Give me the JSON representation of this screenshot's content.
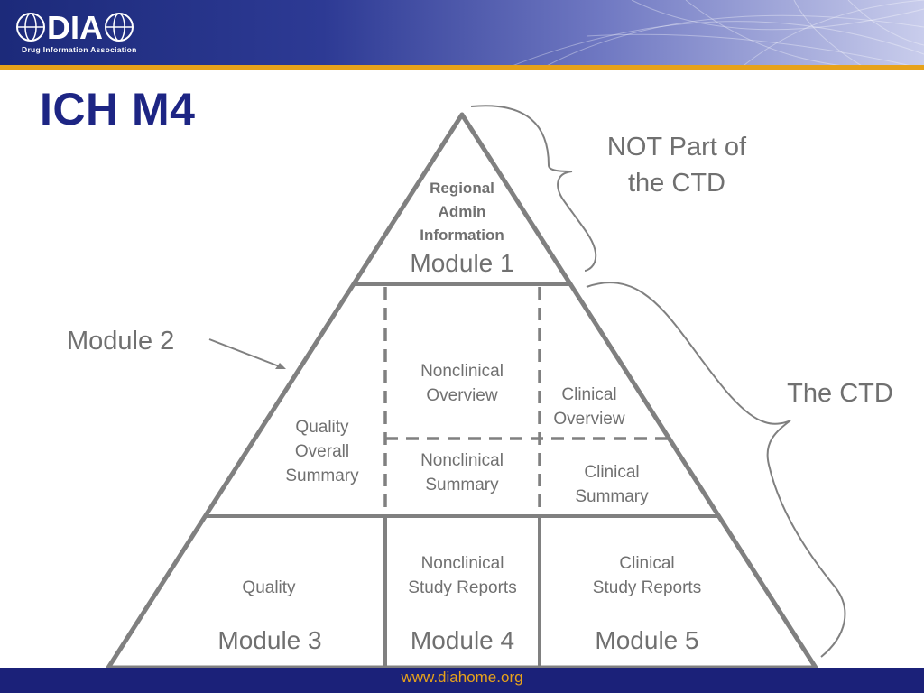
{
  "logo": {
    "mark": "DIA",
    "subtitle": "Drug Information Association",
    "icon": "globe-icon"
  },
  "title": "ICH M4",
  "pyramid": {
    "module1": {
      "desc": [
        "Regional",
        "Admin",
        "Information"
      ],
      "label": "Module 1"
    },
    "module2": {
      "quality": [
        "Quality",
        "Overall",
        "Summary"
      ],
      "nonclinical_overview": [
        "Nonclinical",
        "Overview"
      ],
      "nonclinical_summary": [
        "Nonclinical",
        "Summary"
      ],
      "clinical_overview": [
        "Clinical",
        "Overview"
      ],
      "clinical_summary": [
        "Clinical",
        "Summary"
      ]
    },
    "module3": {
      "desc": "Quality",
      "label": "Module 3"
    },
    "module4": {
      "desc": [
        "Nonclinical",
        "Study Reports"
      ],
      "label": "Module 4"
    },
    "module5": {
      "desc": [
        "Clinical",
        "Study Reports"
      ],
      "label": "Module 5"
    }
  },
  "annotations": {
    "module2_callout": "Module 2",
    "not_ctd": [
      "NOT Part of",
      "the CTD"
    ],
    "the_ctd": "The CTD"
  },
  "footer": {
    "url": "www.diahome.org"
  },
  "colors": {
    "navy": "#1b2179",
    "gold": "#e7a21a",
    "gray": "#707070",
    "title": "#1d2584"
  }
}
